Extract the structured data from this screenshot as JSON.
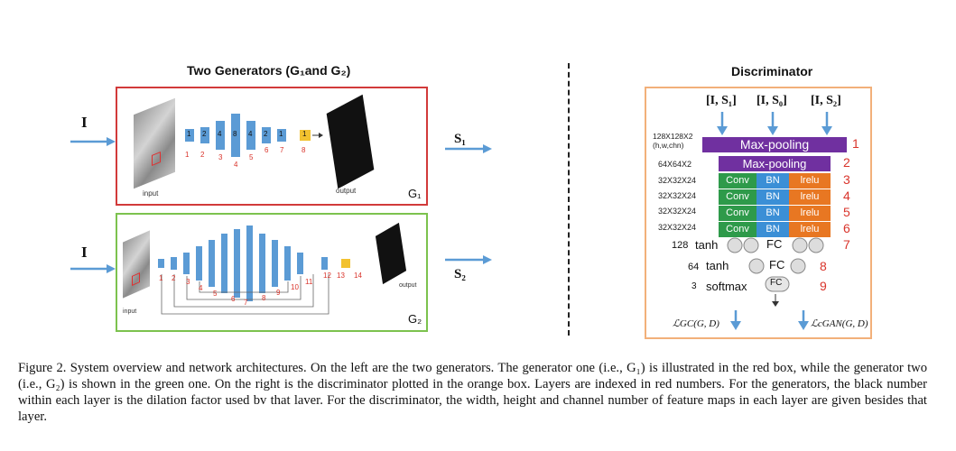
{
  "generators": {
    "title": "Two Generators (G₁and G₂)",
    "input_symbol": "I",
    "g1": {
      "input_label": "input",
      "output_label": "output",
      "name": "G₁",
      "output_symbol": "S₁",
      "dilation": [
        "1",
        "2",
        "4",
        "8",
        "4",
        "2",
        "1",
        "1"
      ],
      "indices": [
        "1",
        "2",
        "3",
        "4",
        "5",
        "6",
        "7",
        "8"
      ]
    },
    "g2": {
      "input_label": "input",
      "output_label": "output",
      "name": "G₂",
      "output_symbol": "S₂",
      "indices": [
        "1",
        "2",
        "3",
        "4",
        "5",
        "6",
        "7",
        "8",
        "9",
        "10",
        "11",
        "12",
        "13",
        "14"
      ]
    }
  },
  "discriminator": {
    "title": "Discriminator",
    "inputs": [
      "[I, S₁]",
      "[I, S₀]",
      "[I, S₂]"
    ],
    "rows": [
      {
        "dim": "128X128X2\n(h,w,chn)",
        "type": "Max-pooling",
        "index": "1"
      },
      {
        "dim": "64X64X2",
        "type": "Max-pooling",
        "index": "2"
      },
      {
        "dim": "32X32X24",
        "conv": "Conv",
        "bn": "BN",
        "relu": "lrelu",
        "index": "3"
      },
      {
        "dim": "32X32X24",
        "conv": "Conv",
        "bn": "BN",
        "relu": "lrelu",
        "index": "4"
      },
      {
        "dim": "32X32X24",
        "conv": "Conv",
        "bn": "BN",
        "relu": "lrelu",
        "index": "5"
      },
      {
        "dim": "32X32X24",
        "conv": "Conv",
        "bn": "BN",
        "relu": "lrelu",
        "index": "6"
      }
    ],
    "fc_rows": [
      {
        "size": "128",
        "act": "tanh",
        "label": "FC",
        "index": "7"
      },
      {
        "size": "64",
        "act": "tanh",
        "label": "FC",
        "index": "8"
      },
      {
        "size": "3",
        "act": "softmax",
        "label": "FC",
        "index": "9"
      }
    ],
    "loss_left": "ℒGC(G, D)",
    "loss_right": "ℒcGAN(G, D)"
  },
  "caption": "Figure 2. System overview and network architectures. On the left are the two generators. The generator one (i.e., G₁) is illustrated in the red box, while the generator two (i.e., G₂) is shown in the green one. On the right is the discriminator plotted in the orange box. Layers are indexed in red numbers. For the generators, the black number within each layer is the dilation factor used bv that laver. For the discriminator, the width, height and channel number of feature maps in each layer are given besides that layer."
}
